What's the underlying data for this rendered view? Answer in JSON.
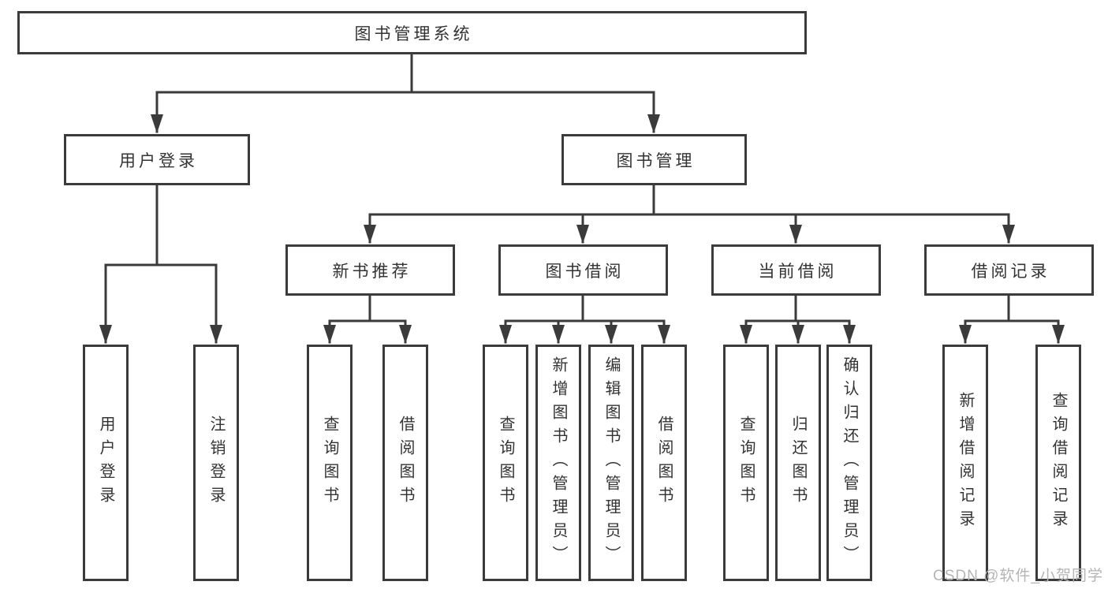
{
  "diagram": {
    "title": "图书管理系统",
    "tree": {
      "label": "图书管理系统",
      "children": [
        {
          "label": "用户登录",
          "children": [
            {
              "label": "用户登录"
            },
            {
              "label": "注销登录"
            }
          ]
        },
        {
          "label": "图书管理",
          "children": [
            {
              "label": "新书推荐",
              "children": [
                {
                  "label": "查询图书"
                },
                {
                  "label": "借阅图书"
                }
              ]
            },
            {
              "label": "图书借阅",
              "children": [
                {
                  "label": "查询图书"
                },
                {
                  "label": "新增图书（管理员）"
                },
                {
                  "label": "编辑图书（管理员）"
                },
                {
                  "label": "借阅图书"
                }
              ]
            },
            {
              "label": "当前借阅",
              "children": [
                {
                  "label": "查询图书"
                },
                {
                  "label": "归还图书"
                },
                {
                  "label": "确认归还（管理员）"
                }
              ]
            },
            {
              "label": "借阅记录",
              "children": [
                {
                  "label": "新增借阅记录"
                },
                {
                  "label": "查询借阅记录"
                }
              ]
            }
          ]
        }
      ]
    },
    "watermark": "CSDN @软件_小贺同学",
    "colors": {
      "line": "#3b3b3b",
      "text": "#333333",
      "background": "#ffffff",
      "watermark": "#b4b4b4"
    }
  }
}
